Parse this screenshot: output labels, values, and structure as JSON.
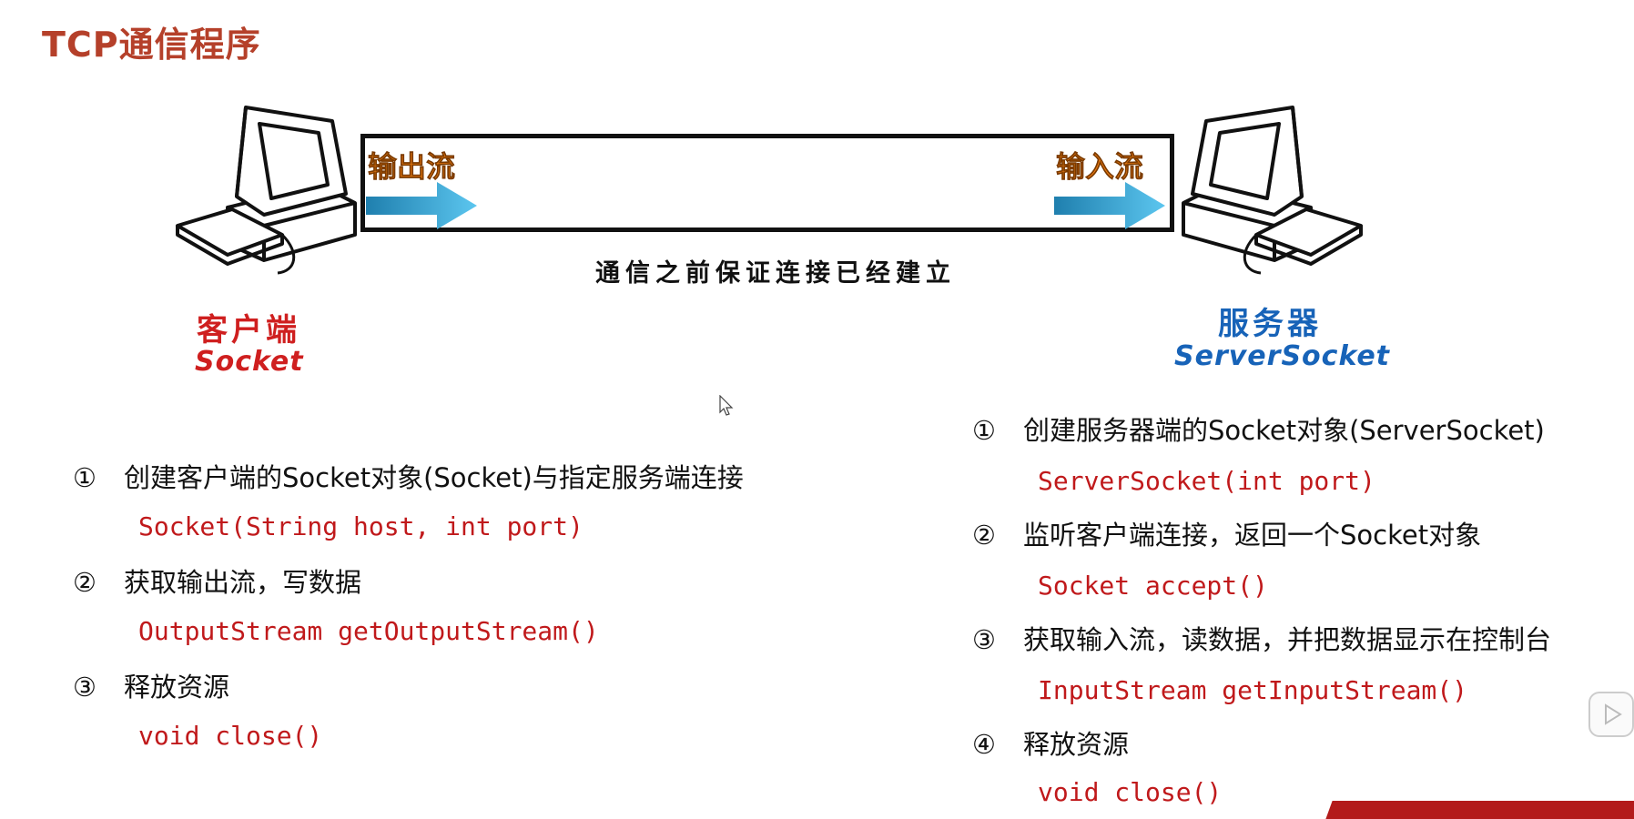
{
  "slide": {
    "title": "TCP通信程序"
  },
  "diagram": {
    "output_stream_label": "输出流",
    "input_stream_label": "输入流",
    "note": "通信之前保证连接已经建立",
    "client": {
      "name_cn": "客户端",
      "name_en": "Socket"
    },
    "server": {
      "name_cn": "服务器",
      "name_en": "ServerSocket"
    },
    "colors": {
      "client": "#cf1f1f",
      "server": "#1763b8",
      "stream": "#f07d10",
      "arrow": "#4ab3e0"
    }
  },
  "client_steps": [
    {
      "num": "①",
      "text": "创建客户端的Socket对象(Socket)与指定服务端连接",
      "code": "Socket(String host, int port)"
    },
    {
      "num": "②",
      "text": "获取输出流，写数据",
      "code": "OutputStream getOutputStream()"
    },
    {
      "num": "③",
      "text": "释放资源",
      "code": "void close()"
    }
  ],
  "server_steps": [
    {
      "num": "①",
      "text": "创建服务器端的Socket对象(ServerSocket)",
      "code": "ServerSocket(int port)"
    },
    {
      "num": "②",
      "text": "监听客户端连接，返回一个Socket对象",
      "code": "Socket accept()"
    },
    {
      "num": "③",
      "text": "获取输入流，读数据，并把数据显示在控制台",
      "code": "InputStream getInputStream()"
    },
    {
      "num": "④",
      "text": "释放资源",
      "code": "void close()"
    }
  ]
}
